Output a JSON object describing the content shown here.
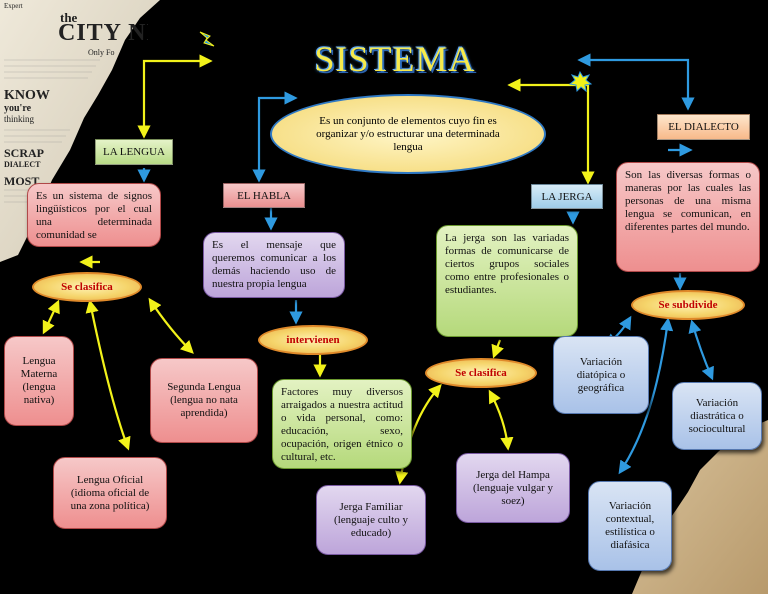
{
  "title": "SISTEMA",
  "definition": "Es un conjunto de elementos cuyo fin es organizar y/o estructurar una determinada lengua",
  "newspaper": {
    "masthead_small": "the",
    "masthead": "CITY NE",
    "tagline": "Only Fo",
    "fragments": [
      "KNOW",
      "you're",
      "thinking",
      "SCRAP",
      "DIALECT",
      "MOST",
      "Expert"
    ]
  },
  "lengua": {
    "label": "LA LENGUA",
    "desc": "Es un sistema de signos lingüísticos por el cual una determinada comunidad se",
    "classify": "Se clasifica",
    "types": [
      "Lengua Materna (lengua nativa)",
      "Segunda Lengua (lengua no nata aprendida)",
      "Lengua Oficial (idioma oficial de una zona política)"
    ]
  },
  "habla": {
    "label": "EL HABLA",
    "desc": "Es el mensaje que queremos comunicar a los demás haciendo uso de nuestra propia lengua",
    "intervienen": "intervienen",
    "factors": "Factores muy diversos arraigados a nuestra actitud o vida personal, como: educación, sexo, ocupación, origen étnico o cultural, etc."
  },
  "jerga": {
    "label": "LA JERGA",
    "desc": "La jerga son las variadas formas de comunicarse de ciertos grupos sociales como entre profesionales o estudiantes.",
    "classify": "Se clasifica",
    "types": [
      "Jerga Familiar (lenguaje culto y educado)",
      "Jerga del Hampa (lenguaje vulgar y soez)"
    ]
  },
  "dialecto": {
    "label": "EL DIALECTO",
    "desc": "Son las diversas formas o maneras por las cuales las personas de una misma lengua se comunican, en diferentes partes del mundo.",
    "subdivide": "Se subdivide",
    "types": [
      "Variación diatópica o geográfica",
      "Variación diastrática o sociocultural",
      "Variación contextual, estilística o diafásica"
    ]
  },
  "colors": {
    "background": "#000000",
    "title": "#f7ea4b",
    "connector_yellow": "#f2f21a",
    "connector_blue": "#2f9ae0",
    "pill_text": "#c00000"
  }
}
